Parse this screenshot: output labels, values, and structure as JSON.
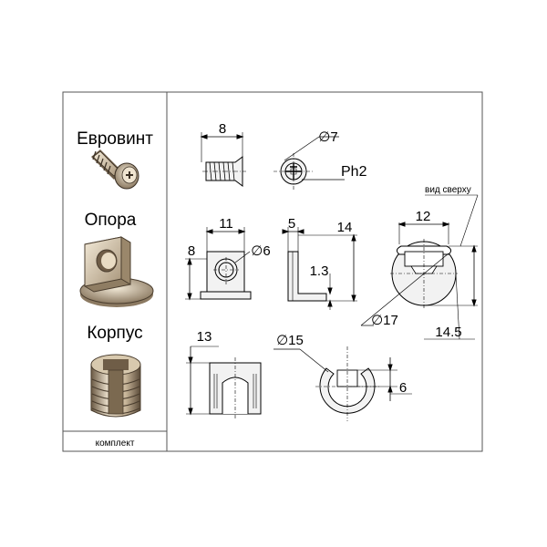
{
  "sidebar": {
    "items": [
      {
        "label": "Евровинт"
      },
      {
        "label": "Опора"
      },
      {
        "label": "Корпус"
      }
    ],
    "footer_label": "комплект"
  },
  "screw": {
    "length": "8",
    "head_diameter": "∅7",
    "drive": "Ph2"
  },
  "support": {
    "width": "11",
    "height": "8",
    "hole_diameter": "∅6",
    "thickness": "5",
    "total_height": "14",
    "base_thickness": "1.3"
  },
  "body_top": {
    "view_note": "вид сверху",
    "slot_width": "12",
    "diameter": "∅17",
    "depth": "14.5"
  },
  "body": {
    "height": "13",
    "diameter": "∅15",
    "slot": "6"
  },
  "colors": {
    "line": "#000000",
    "frame": "#555555",
    "part_fill": "#f2f2f2",
    "render_light": "#e8dcc8",
    "render_dark": "#5a4a38"
  }
}
